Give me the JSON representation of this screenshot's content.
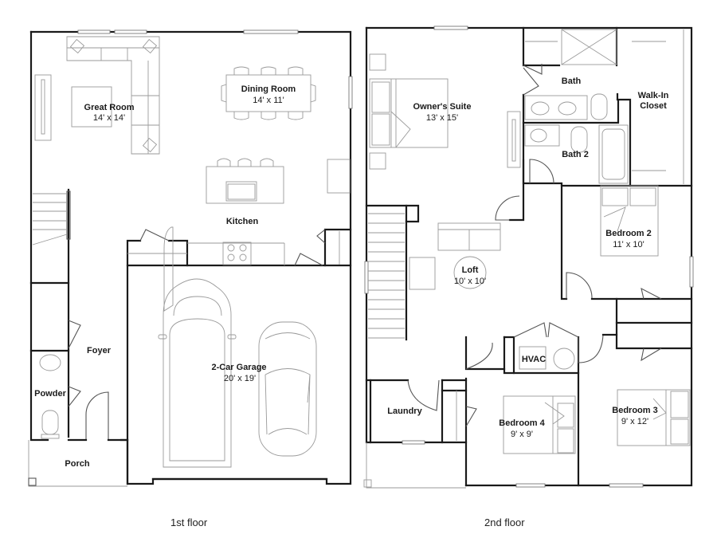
{
  "floors": [
    {
      "label": "1st floor",
      "rooms": [
        {
          "name": "Great Room",
          "dimensions": "14' x 14'"
        },
        {
          "name": "Dining Room",
          "dimensions": "14' x 11'"
        },
        {
          "name": "Kitchen",
          "dimensions": ""
        },
        {
          "name": "Foyer",
          "dimensions": ""
        },
        {
          "name": "Powder",
          "dimensions": ""
        },
        {
          "name": "Porch",
          "dimensions": ""
        },
        {
          "name": "2-Car Garage",
          "dimensions": "20' x 19'"
        }
      ]
    },
    {
      "label": "2nd floor",
      "rooms": [
        {
          "name": "Owner's Suite",
          "dimensions": "13' x 15'"
        },
        {
          "name": "Bath",
          "dimensions": ""
        },
        {
          "name": "Walk-In",
          "dimensions": "Closet"
        },
        {
          "name": "Bath 2",
          "dimensions": ""
        },
        {
          "name": "Bedroom 2",
          "dimensions": "11' x 10'"
        },
        {
          "name": "Loft",
          "dimensions": "10' x 10'"
        },
        {
          "name": "HVAC",
          "dimensions": ""
        },
        {
          "name": "Laundry",
          "dimensions": ""
        },
        {
          "name": "Bedroom 4",
          "dimensions": "9' x 9'"
        },
        {
          "name": "Bedroom 3",
          "dimensions": "9' x 12'"
        }
      ]
    }
  ]
}
